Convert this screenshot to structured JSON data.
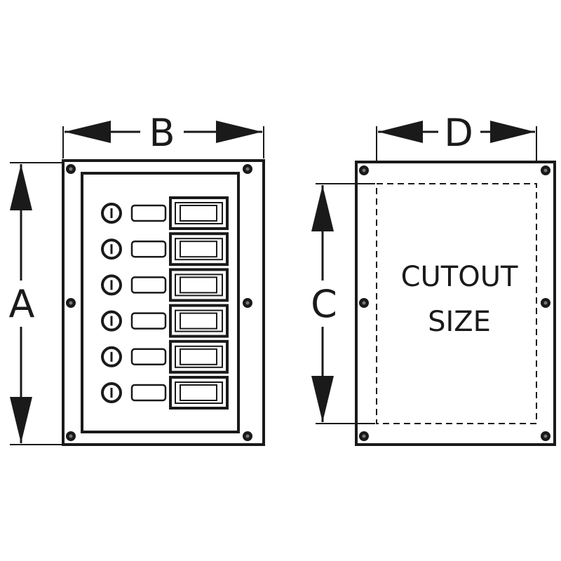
{
  "dimensions": {
    "a": "A",
    "b": "B",
    "c": "C",
    "d": "D"
  },
  "cutout": {
    "line1": "CUTOUT",
    "line2": "SIZE"
  },
  "panel": {
    "circuit_count": 6
  },
  "colors": {
    "ink": "#1a1a1a",
    "background": "#ffffff"
  }
}
